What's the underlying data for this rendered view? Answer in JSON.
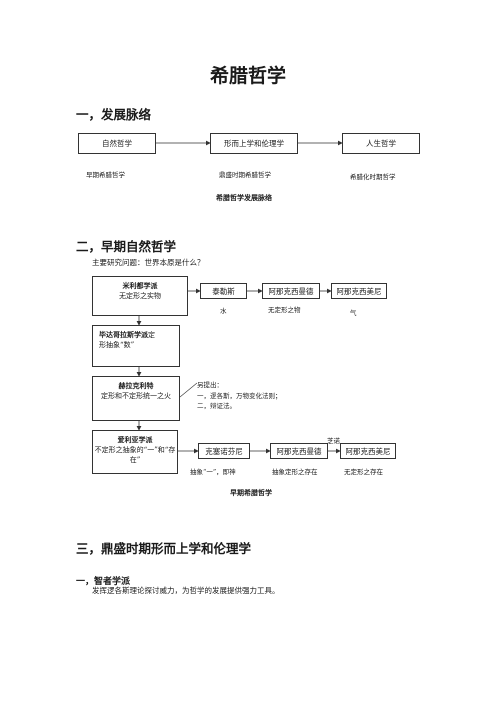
{
  "title": "希腊哲学",
  "sections": {
    "s1": "一，发展脉络",
    "s2": "二，早期自然哲学",
    "s3": "三，鼎盛时期形而上学和伦理学"
  },
  "diagram1": {
    "boxes": [
      "自然哲学",
      "形而上学和伦理学",
      "人生哲学"
    ],
    "captions": [
      "早期希腊哲学",
      "鼎盛时期希腊哲学",
      "希腊化时期哲学"
    ],
    "title": "希腊哲学发展脉络"
  },
  "s2_intro": "主要研究问题：世界本原是什么？",
  "diagram2": {
    "school1": {
      "name": "米利都学派",
      "desc": "无定形之实物"
    },
    "school2": {
      "name": "毕达哥拉斯学派",
      "desc_a": "定",
      "desc_b": "形抽象“数”"
    },
    "school3": {
      "name": "赫拉克利特",
      "desc": "定形和不定形统一之火"
    },
    "school4": {
      "name": "爱利亚学派",
      "desc": "不定形之抽象的“一”和“存在”"
    },
    "row1": [
      "泰勒斯",
      "阿那克西曼德",
      "阿那克西美尼"
    ],
    "row1_caps": [
      "水",
      "无定形之物",
      "气"
    ],
    "notes": [
      "另提出：",
      "一，逻各斯，万物变化法则；",
      "二，辩证法。"
    ],
    "row4": [
      "克塞诺芬尼",
      "阿那克西曼德",
      "阿那克西美尼"
    ],
    "row4_caps": [
      "抽象“一”，即神",
      "抽象定形之存在",
      "无定形之存在"
    ],
    "arrow_label": "芝诺",
    "title": "早期希腊哲学"
  },
  "s3_sub": "一，智者学派",
  "s3_text": "发挥逻各斯理论探讨威力，为哲学的发展提供强力工具。"
}
